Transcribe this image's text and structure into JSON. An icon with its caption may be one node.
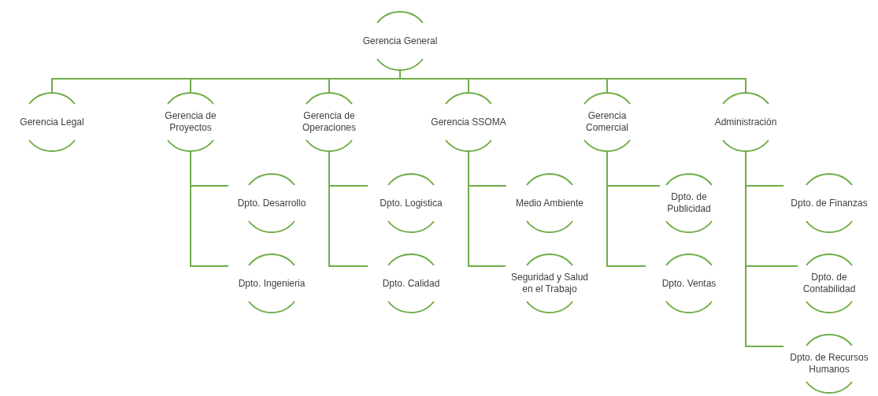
{
  "diagram": {
    "nodes": [
      {
        "text": [
          "Gerencia General"
        ]
      },
      {
        "text": [
          "Gerencia Legal"
        ]
      },
      {
        "text": [
          "Gerencia de Proyectos"
        ]
      },
      {
        "text": [
          "Gerencia de Operaciones"
        ]
      },
      {
        "text": [
          "Gerencia SSOMA"
        ]
      },
      {
        "text": [
          "Gerencia Comercial"
        ]
      },
      {
        "text": [
          "Administración"
        ]
      },
      {
        "text": [
          "Dpto. Desarrollo"
        ]
      },
      {
        "text": [
          "Dpto. Logistica"
        ]
      },
      {
        "text": [
          "Medio Ambiente"
        ]
      },
      {
        "text": [
          "Dpto. de Publicidad"
        ]
      },
      {
        "text": [
          "Dpto. de Finanzas"
        ]
      },
      {
        "text": [
          "Dpto. Ingenieria"
        ]
      },
      {
        "text": [
          "Dpto. Calidad"
        ]
      },
      {
        "text": [
          "Seguridad y Salud en el Trabajo"
        ]
      },
      {
        "text": [
          "Dpto. Ventas"
        ]
      },
      {
        "text": [
          "Dpto. de Contabilidad"
        ]
      },
      {
        "text": [
          "Dpto. de Recursos Humanos"
        ]
      }
    ],
    "edges": [
      {
        "from": 0,
        "to": 1,
        "arrow": "none"
      },
      {
        "from": 0,
        "to": 2,
        "arrow": "none"
      },
      {
        "from": 0,
        "to": 3,
        "arrow": "none"
      },
      {
        "from": 0,
        "to": 4,
        "arrow": "none"
      },
      {
        "from": 0,
        "to": 5,
        "arrow": "none"
      },
      {
        "from": 0,
        "to": 6,
        "arrow": "none"
      },
      {
        "from": 2,
        "to": 7,
        "arrow": "none"
      },
      {
        "from": 2,
        "to": 12,
        "arrow": "none"
      },
      {
        "from": 3,
        "to": 8,
        "arrow": "none"
      },
      {
        "from": 3,
        "to": 13,
        "arrow": "none"
      },
      {
        "from": 4,
        "to": 9,
        "arrow": "none"
      },
      {
        "from": 4,
        "to": 14,
        "arrow": "none"
      },
      {
        "from": 5,
        "to": 10,
        "arrow": "none"
      },
      {
        "from": 5,
        "to": 15,
        "arrow": "none"
      },
      {
        "from": 6,
        "to": 11,
        "arrow": "none"
      },
      {
        "from": 6,
        "to": 16,
        "arrow": "none"
      },
      {
        "from": 6,
        "to": 17,
        "arrow": "none"
      }
    ]
  }
}
